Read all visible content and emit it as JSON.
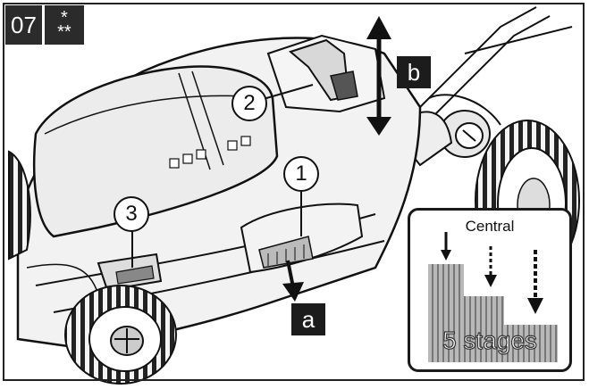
{
  "step": {
    "number": "07",
    "note_line1": "*",
    "note_line2": "**"
  },
  "labels": {
    "a": "a",
    "b": "b"
  },
  "callouts": [
    "1",
    "2",
    "3"
  ],
  "inset": {
    "title": "Central",
    "stages_text": "5 stages"
  },
  "icons": [
    "height-adjust-arrow-icon",
    "down-arrow-icon",
    "stage-arrow-icon"
  ]
}
